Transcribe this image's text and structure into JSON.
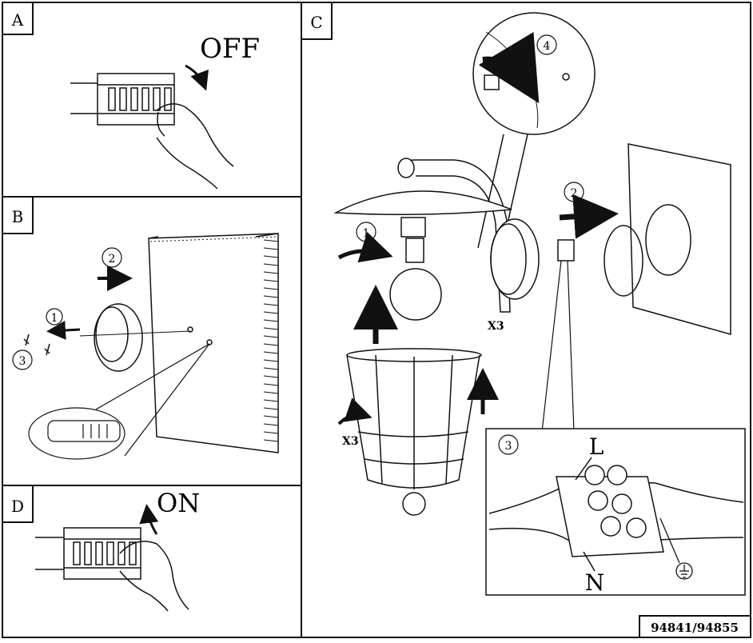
{
  "panels": {
    "a": {
      "letter": "A",
      "instruction": "OFF"
    },
    "b": {
      "letter": "B",
      "step_1": "1",
      "step_2": "2",
      "step_3": "3"
    },
    "c": {
      "letter": "C",
      "step_1": "1",
      "step_2": "2",
      "step_3": "3",
      "step_4": "4",
      "screw_qty_fixture": "X3",
      "screw_qty_cage": "X3",
      "terminal_live": "L",
      "terminal_neutral": "N"
    },
    "d": {
      "letter": "D",
      "instruction": "ON"
    }
  },
  "footer": {
    "model_numbers": "94841/94855"
  },
  "icons": [
    "earth-ground-icon",
    "rotation-arrow-icon",
    "direction-arrow-icon"
  ]
}
